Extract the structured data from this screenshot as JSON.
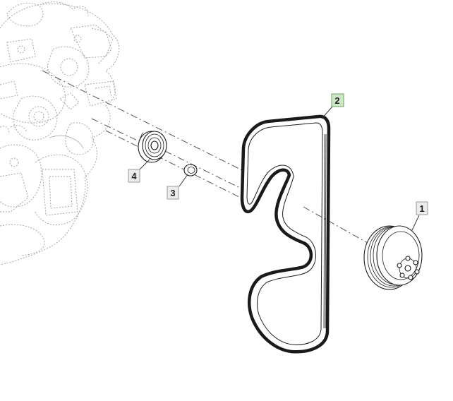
{
  "callouts": [
    {
      "id": "1",
      "label": "1",
      "highlight": false
    },
    {
      "id": "2",
      "label": "2",
      "highlight": true
    },
    {
      "id": "3",
      "label": "3",
      "highlight": false
    },
    {
      "id": "4",
      "label": "4",
      "highlight": false
    }
  ],
  "colors": {
    "highlight_fill": "#cfe8c9",
    "callout_fill": "#ececec",
    "line": "#1a1a1a",
    "ghost": "#9c9c9c"
  }
}
